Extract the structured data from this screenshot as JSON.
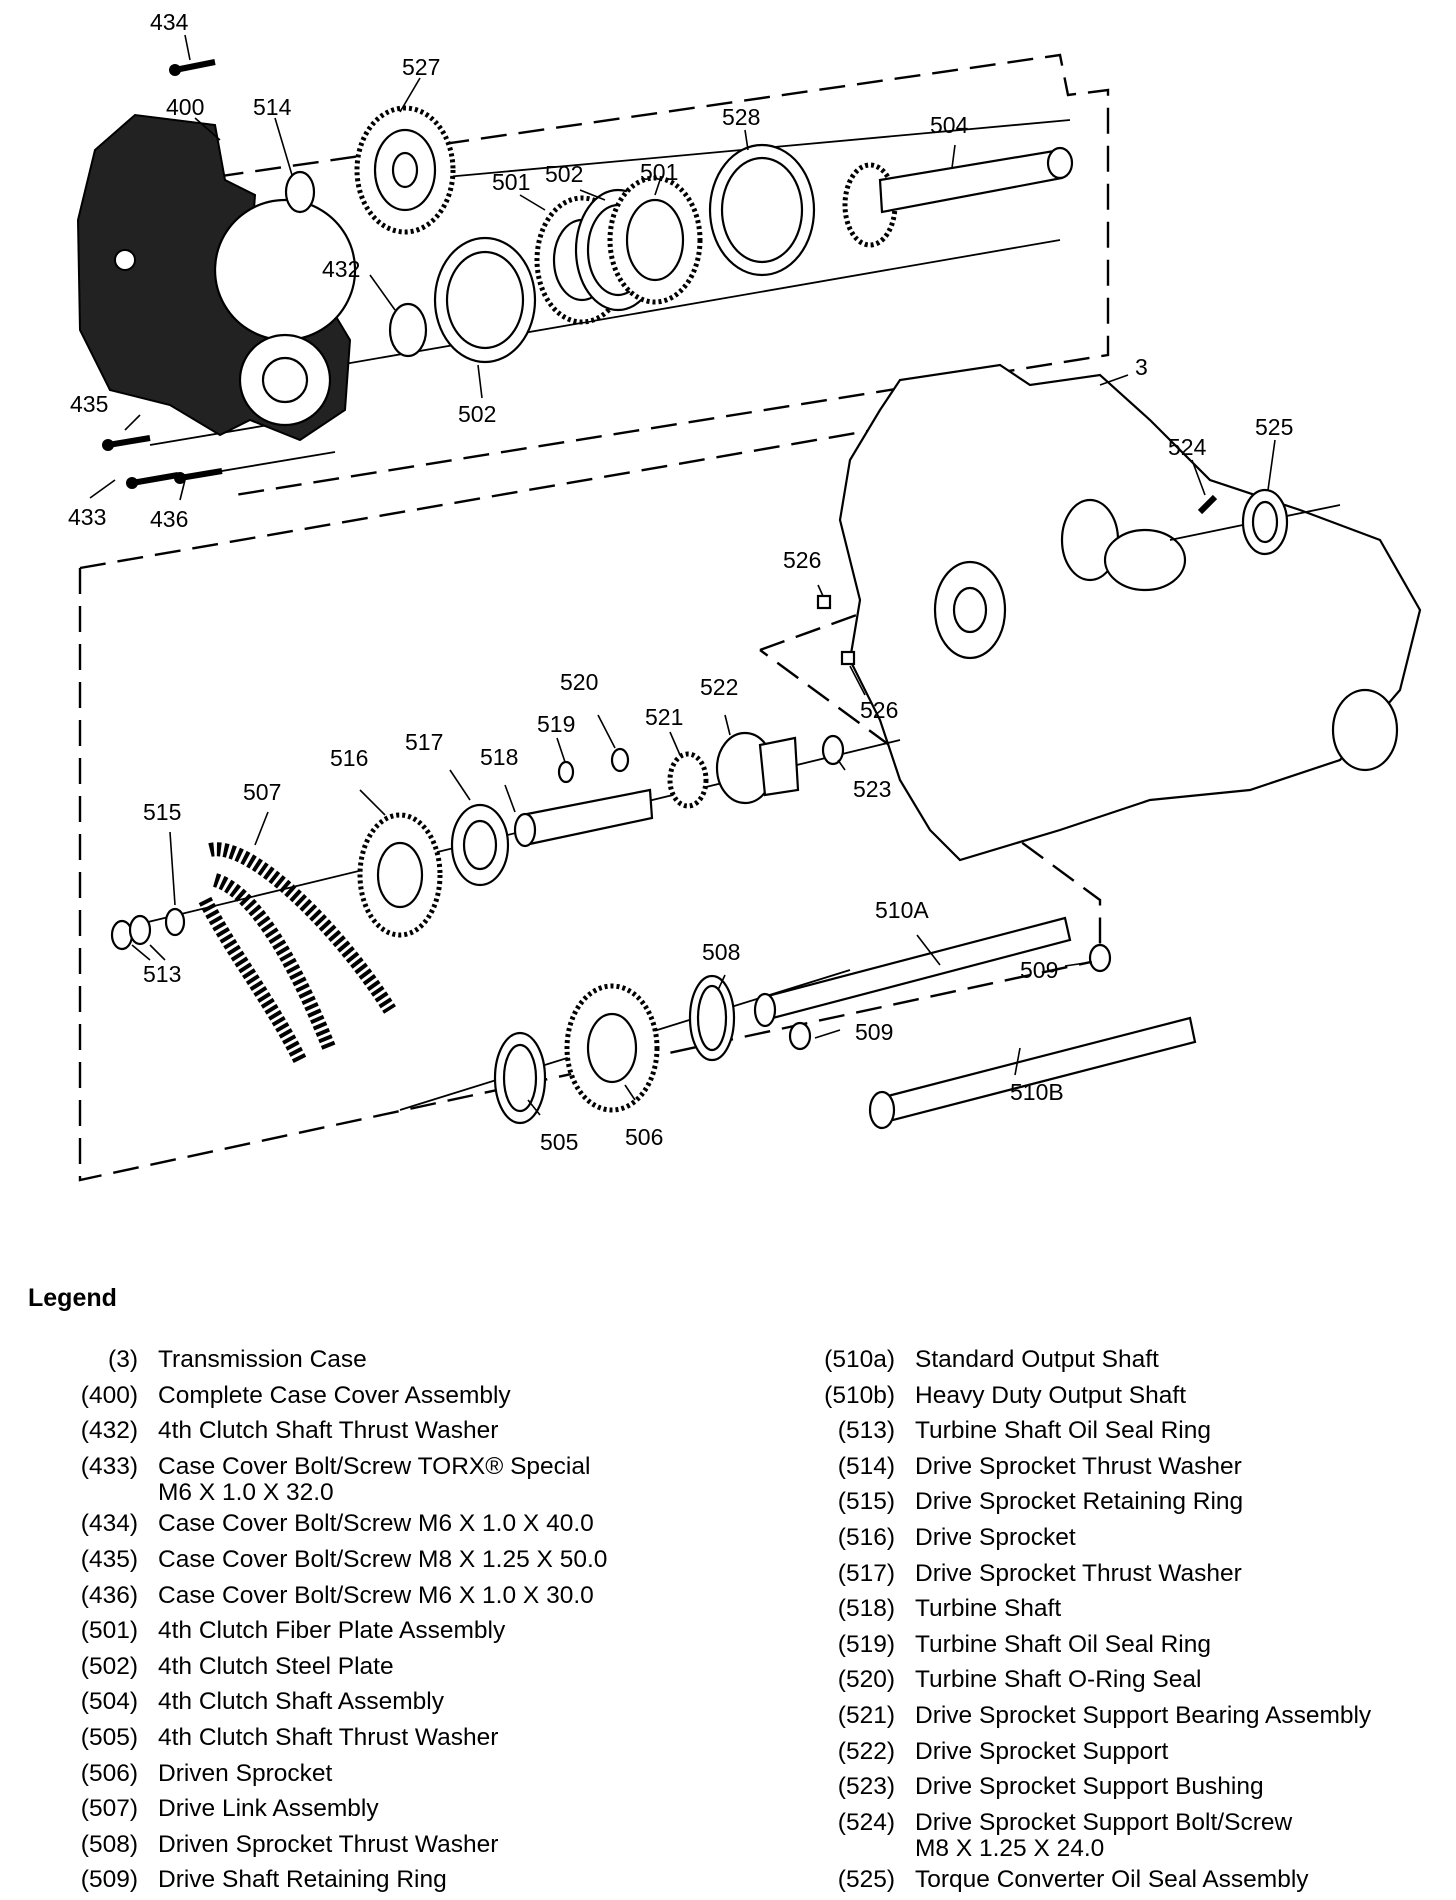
{
  "diagram": {
    "callouts": {
      "c434": "434",
      "c400": "400",
      "c514": "514",
      "c527": "527",
      "c528": "528",
      "c504": "504",
      "c501a": "501",
      "c502a": "502",
      "c501b": "501",
      "c432": "432",
      "c502b": "502",
      "c435": "435",
      "c433": "433",
      "c436": "436",
      "c3": "3",
      "c524": "524",
      "c525": "525",
      "c526a": "526",
      "c526b": "526",
      "c520": "520",
      "c522": "522",
      "c519": "519",
      "c521": "521",
      "c523": "523",
      "c516": "516",
      "c517": "517",
      "c518": "518",
      "c507": "507",
      "c515": "515",
      "c513": "513",
      "c510A": "510A",
      "c508": "508",
      "c509a": "509",
      "c509b": "509",
      "c505": "505",
      "c506": "506",
      "c510B": "510B"
    }
  },
  "legend": {
    "title": "Legend",
    "left": [
      {
        "num": "(3)",
        "desc": "Transmission Case"
      },
      {
        "num": "(400)",
        "desc": "Complete Case Cover Assembly"
      },
      {
        "num": "(432)",
        "desc": "4th Clutch Shaft Thrust Washer"
      },
      {
        "num": "(433)",
        "desc": "Case Cover Bolt/Screw TORX® Special",
        "desc2": "M6 X 1.0 X 32.0"
      },
      {
        "num": "(434)",
        "desc": "Case Cover Bolt/Screw M6 X 1.0 X 40.0"
      },
      {
        "num": "(435)",
        "desc": "Case Cover Bolt/Screw M8 X 1.25 X 50.0"
      },
      {
        "num": "(436)",
        "desc": "Case Cover Bolt/Screw M6 X 1.0 X 30.0"
      },
      {
        "num": "(501)",
        "desc": "4th Clutch Fiber Plate Assembly"
      },
      {
        "num": "(502)",
        "desc": "4th Clutch Steel Plate"
      },
      {
        "num": "(504)",
        "desc": "4th Clutch Shaft Assembly"
      },
      {
        "num": "(505)",
        "desc": "4th Clutch Shaft Thrust Washer"
      },
      {
        "num": "(506)",
        "desc": "Driven Sprocket"
      },
      {
        "num": "(507)",
        "desc": "Drive Link Assembly"
      },
      {
        "num": "(508)",
        "desc": "Driven Sprocket Thrust Washer"
      },
      {
        "num": "(509)",
        "desc": "Drive Shaft Retaining Ring"
      }
    ],
    "right": [
      {
        "num": "(510a)",
        "desc": "Standard Output Shaft"
      },
      {
        "num": "(510b)",
        "desc": "Heavy Duty Output Shaft"
      },
      {
        "num": "(513)",
        "desc": "Turbine Shaft Oil Seal Ring"
      },
      {
        "num": "(514)",
        "desc": "Drive Sprocket Thrust Washer"
      },
      {
        "num": "(515)",
        "desc": "Drive Sprocket Retaining Ring"
      },
      {
        "num": "(516)",
        "desc": "Drive Sprocket"
      },
      {
        "num": "(517)",
        "desc": "Drive Sprocket Thrust Washer"
      },
      {
        "num": "(518)",
        "desc": "Turbine Shaft"
      },
      {
        "num": "(519)",
        "desc": "Turbine Shaft Oil Seal Ring"
      },
      {
        "num": "(520)",
        "desc": "Turbine Shaft O-Ring Seal"
      },
      {
        "num": "(521)",
        "desc": "Drive Sprocket Support Bearing Assembly"
      },
      {
        "num": "(522)",
        "desc": "Drive Sprocket Support"
      },
      {
        "num": "(523)",
        "desc": "Drive Sprocket Support Bushing"
      },
      {
        "num": "(524)",
        "desc": "Drive Sprocket Support Bolt/Screw",
        "desc2": "M8 X 1.25 X 24.0"
      },
      {
        "num": "(525)",
        "desc": "Torque Converter Oil Seal Assembly"
      }
    ]
  }
}
